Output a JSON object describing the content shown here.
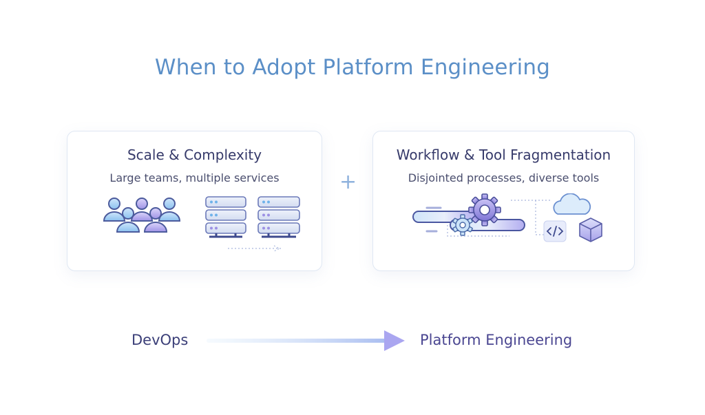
{
  "title": "When to Adopt Platform Engineering",
  "cards": [
    {
      "title": "Scale & Complexity",
      "subtitle": "Large teams, multiple services",
      "icons": [
        "team-group-icon",
        "team-group-icon",
        "server-stack-icon",
        "server-stack-icon"
      ]
    },
    {
      "title": "Workflow & Tool Fragmentation",
      "subtitle": "Disjointed processes, diverse tools",
      "icons": [
        "pipeline-icon",
        "gear-icon",
        "gear-icon",
        "cloud-icon",
        "code-icon",
        "cube-icon"
      ]
    }
  ],
  "connector": "+",
  "flow": {
    "from": "DevOps",
    "to": "Platform Engineering"
  },
  "colors": {
    "title": "#5b8fc7",
    "heading": "#363a6a",
    "accent_blue": "#7ab3e6",
    "accent_purple": "#8f86de",
    "card_border": "#dfe7f3"
  }
}
